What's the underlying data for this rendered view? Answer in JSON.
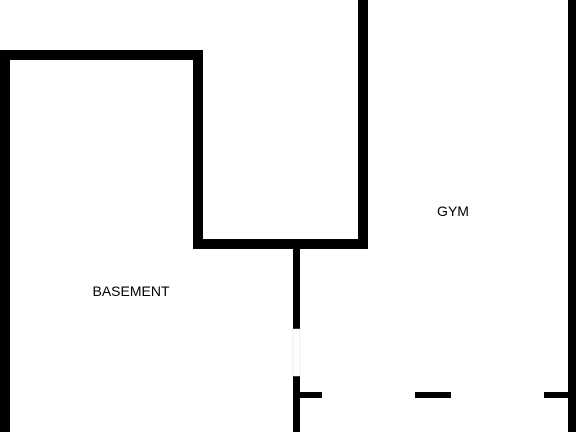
{
  "floor_plan": {
    "rooms": [
      {
        "id": "basement",
        "label": "BASEMENT"
      },
      {
        "id": "gym",
        "label": "GYM"
      }
    ],
    "colors": {
      "wall": "#000000",
      "background": "#ffffff"
    }
  }
}
